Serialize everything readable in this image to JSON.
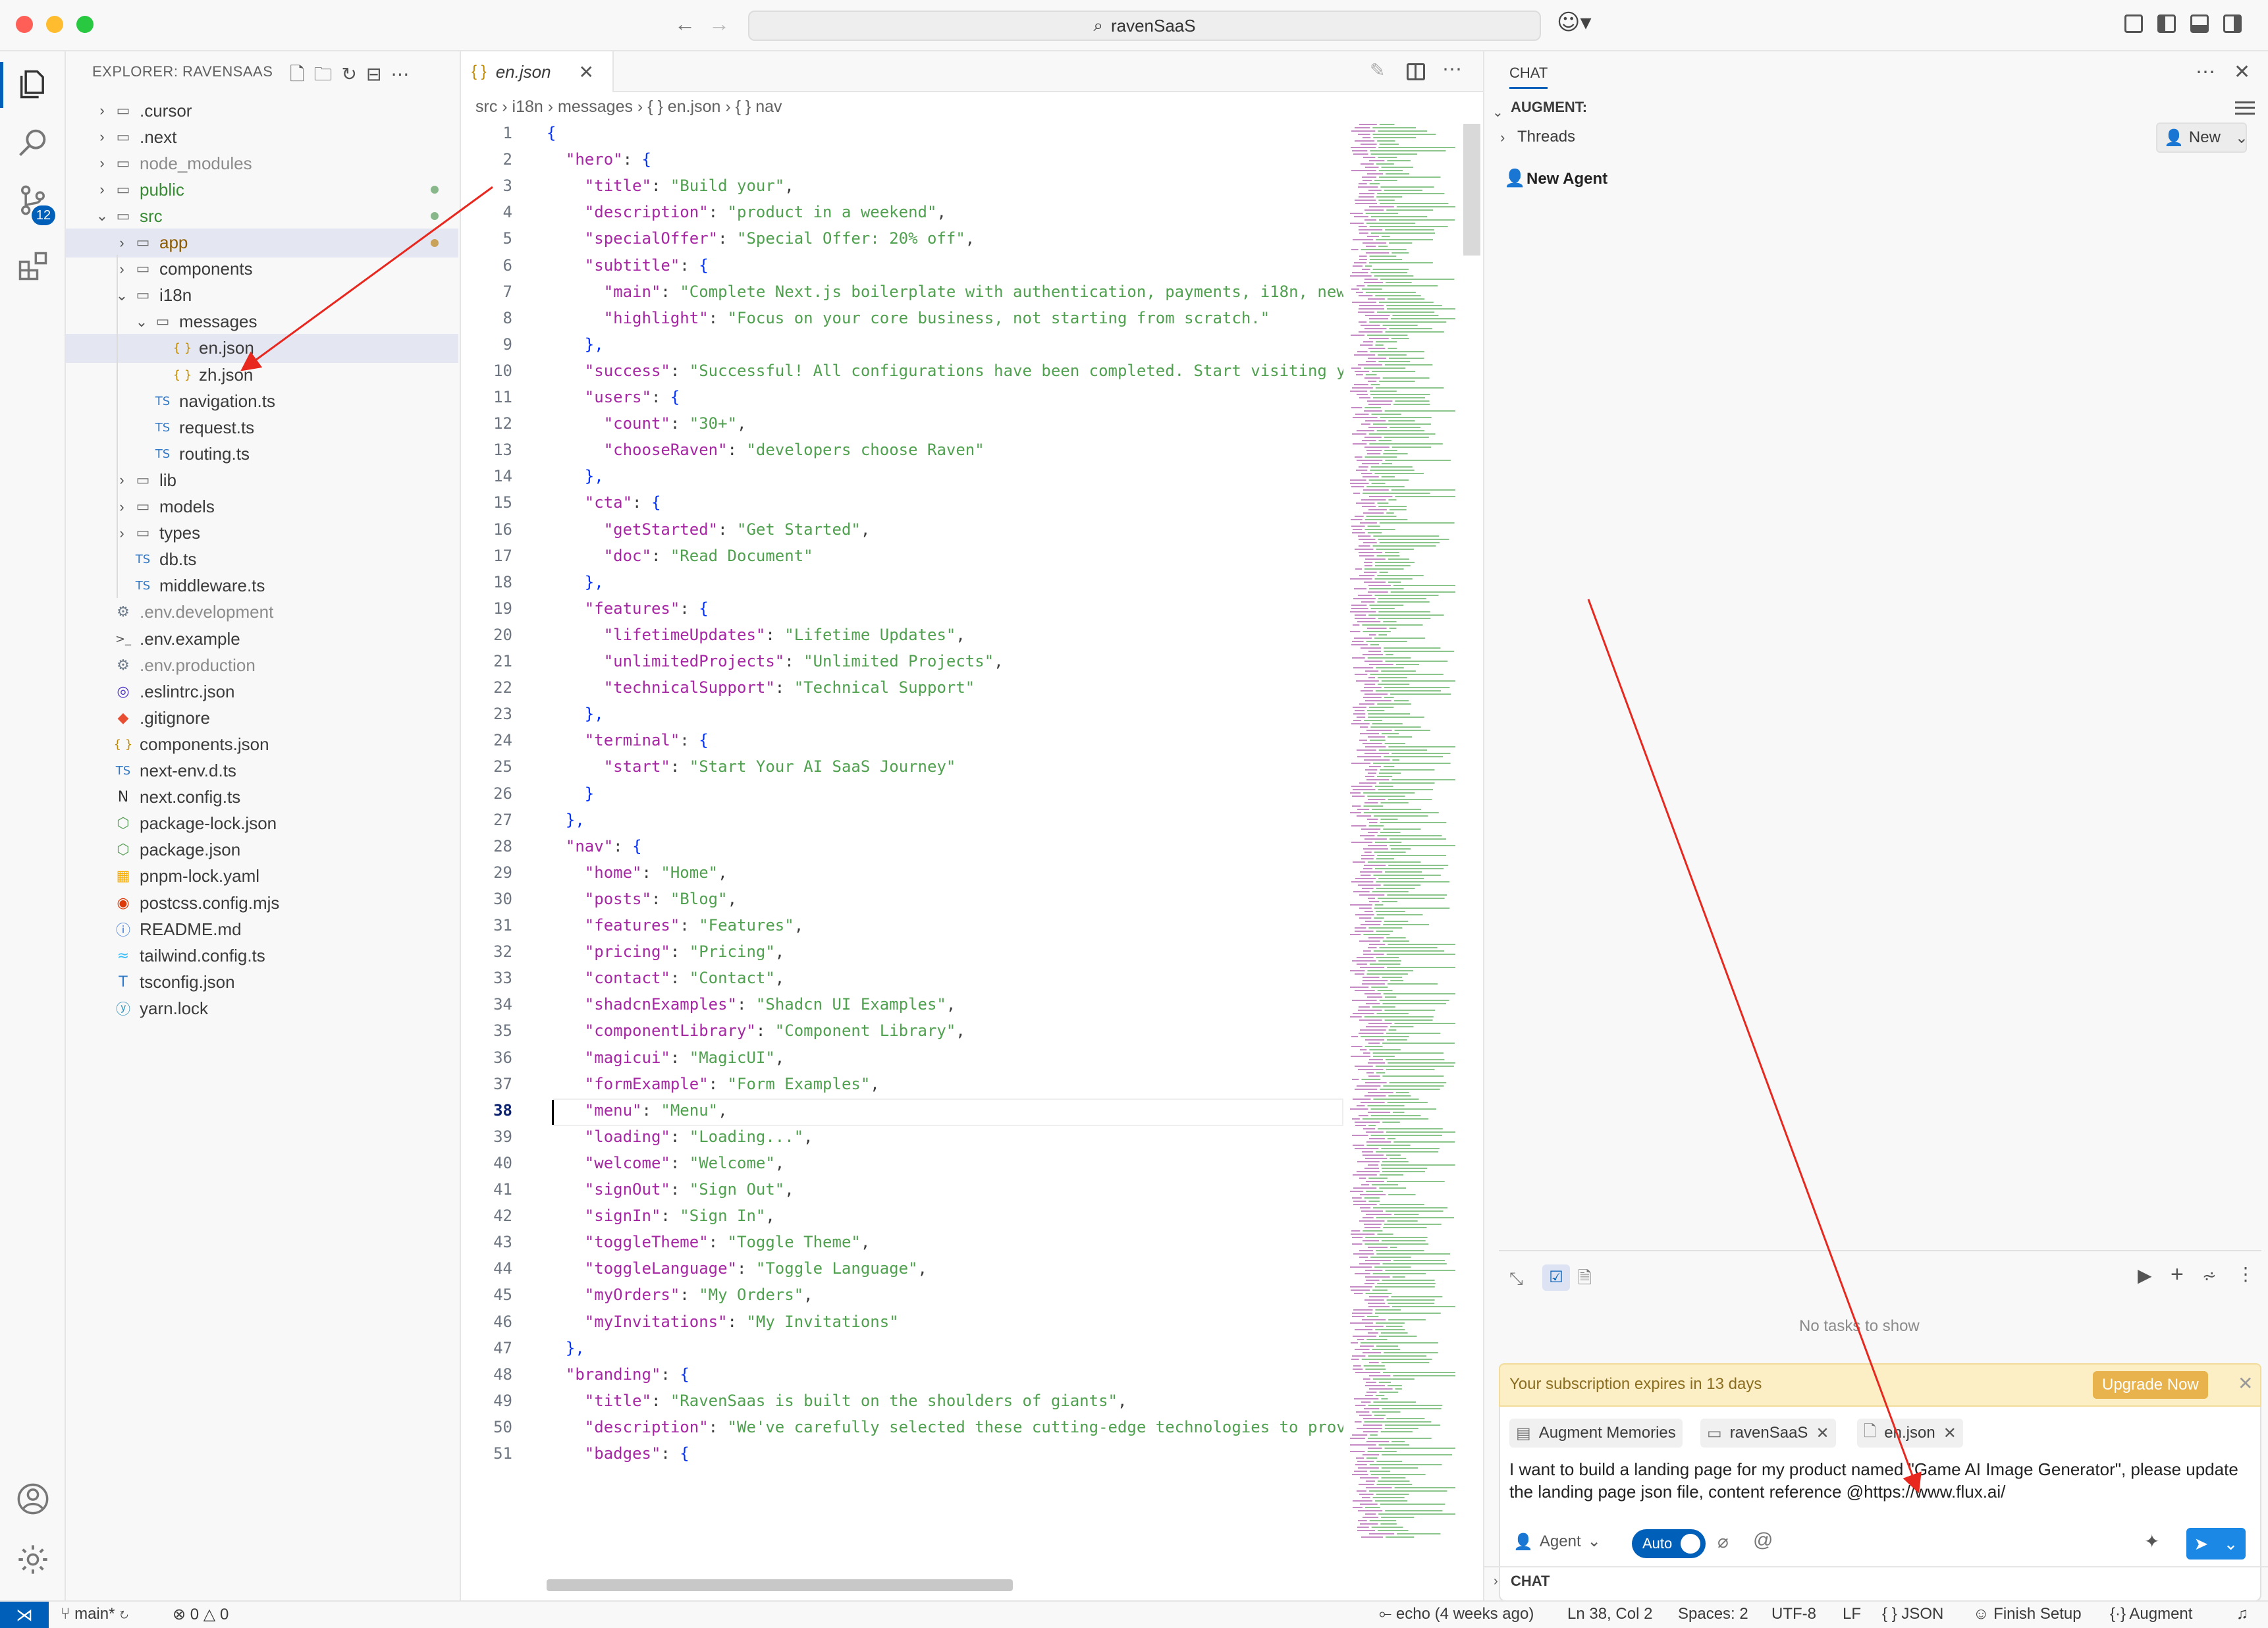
{
  "window": {
    "search_text": "ravenSaaS"
  },
  "activity": {
    "scm_badge": "12"
  },
  "explorer": {
    "header": "EXPLORER: RAVENSAAS",
    "items": [
      {
        "label": ".cursor",
        "type": "folder",
        "depth": 0,
        "open": false
      },
      {
        "label": ".next",
        "type": "folder",
        "depth": 0,
        "open": false
      },
      {
        "label": "node_modules",
        "type": "folder",
        "depth": 0,
        "open": false,
        "dim": true
      },
      {
        "label": "public",
        "type": "folder",
        "depth": 0,
        "open": false,
        "color": "#388a34"
      },
      {
        "label": "src",
        "type": "folder",
        "depth": 0,
        "open": true,
        "color": "#388a34"
      },
      {
        "label": "app",
        "type": "folder",
        "depth": 1,
        "open": false,
        "color": "#8e5c00",
        "selected": true
      },
      {
        "label": "components",
        "type": "folder",
        "depth": 1,
        "open": false
      },
      {
        "label": "i18n",
        "type": "folder",
        "depth": 1,
        "open": true
      },
      {
        "label": "messages",
        "type": "folder",
        "depth": 2,
        "open": true
      },
      {
        "label": "en.json",
        "type": "json",
        "depth": 3,
        "active": true
      },
      {
        "label": "zh.json",
        "type": "json",
        "depth": 3
      },
      {
        "label": "navigation.ts",
        "type": "ts",
        "depth": 2
      },
      {
        "label": "request.ts",
        "type": "ts",
        "depth": 2
      },
      {
        "label": "routing.ts",
        "type": "ts",
        "depth": 2
      },
      {
        "label": "lib",
        "type": "folder",
        "depth": 1,
        "open": false
      },
      {
        "label": "models",
        "type": "folder",
        "depth": 1,
        "open": false
      },
      {
        "label": "types",
        "type": "folder",
        "depth": 1,
        "open": false
      },
      {
        "label": "db.ts",
        "type": "ts",
        "depth": 1
      },
      {
        "label": "middleware.ts",
        "type": "ts",
        "depth": 1
      },
      {
        "label": ".env.development",
        "type": "gear",
        "depth": 0,
        "dim": true
      },
      {
        "label": ".env.example",
        "type": "prompt",
        "depth": 0
      },
      {
        "label": ".env.production",
        "type": "gear",
        "depth": 0,
        "dim": true
      },
      {
        "label": ".eslintrc.json",
        "type": "eslint",
        "depth": 0
      },
      {
        "label": ".gitignore",
        "type": "git",
        "depth": 0
      },
      {
        "label": "components.json",
        "type": "json",
        "depth": 0
      },
      {
        "label": "next-env.d.ts",
        "type": "ts",
        "depth": 0
      },
      {
        "label": "next.config.ts",
        "type": "next",
        "depth": 0
      },
      {
        "label": "package-lock.json",
        "type": "npm",
        "depth": 0
      },
      {
        "label": "package.json",
        "type": "npm",
        "depth": 0
      },
      {
        "label": "pnpm-lock.yaml",
        "type": "pnpm",
        "depth": 0
      },
      {
        "label": "postcss.config.mjs",
        "type": "postcss",
        "depth": 0
      },
      {
        "label": "README.md",
        "type": "info",
        "depth": 0
      },
      {
        "label": "tailwind.config.ts",
        "type": "tailwind",
        "depth": 0
      },
      {
        "label": "tsconfig.json",
        "type": "tsconfig",
        "depth": 0
      },
      {
        "label": "yarn.lock",
        "type": "yarn",
        "depth": 0
      }
    ]
  },
  "editor": {
    "tab_label": "en.json",
    "breadcrumb": [
      "src",
      "i18n",
      "messages",
      "en.json",
      "nav"
    ],
    "current_line": 38,
    "lines": [
      {
        "i": 0,
        "t": "{"
      },
      {
        "i": 1,
        "k": "hero",
        "v": "{"
      },
      {
        "i": 2,
        "k": "title",
        "s": "Build your",
        "e": ","
      },
      {
        "i": 2,
        "k": "description",
        "s": "product in a weekend",
        "e": ","
      },
      {
        "i": 2,
        "k": "specialOffer",
        "s": "Special Offer: 20% off",
        "e": ","
      },
      {
        "i": 2,
        "k": "subtitle",
        "v": "{"
      },
      {
        "i": 3,
        "k": "main",
        "s": "Complete Next.js boilerplate with authentication, payments, i18n, new"
      },
      {
        "i": 3,
        "k": "highlight",
        "s": "Focus on your core business, not starting from scratch."
      },
      {
        "i": 2,
        "t": "},"
      },
      {
        "i": 2,
        "k": "success",
        "s": "Successful! All configurations have been completed. Start visiting y"
      },
      {
        "i": 2,
        "k": "users",
        "v": "{"
      },
      {
        "i": 3,
        "k": "count",
        "s": "30+",
        "e": ","
      },
      {
        "i": 3,
        "k": "chooseRaven",
        "s": "developers choose Raven"
      },
      {
        "i": 2,
        "t": "},"
      },
      {
        "i": 2,
        "k": "cta",
        "v": "{"
      },
      {
        "i": 3,
        "k": "getStarted",
        "s": "Get Started",
        "e": ","
      },
      {
        "i": 3,
        "k": "doc",
        "s": "Read Document"
      },
      {
        "i": 2,
        "t": "},"
      },
      {
        "i": 2,
        "k": "features",
        "v": "{"
      },
      {
        "i": 3,
        "k": "lifetimeUpdates",
        "s": "Lifetime Updates",
        "e": ","
      },
      {
        "i": 3,
        "k": "unlimitedProjects",
        "s": "Unlimited Projects",
        "e": ","
      },
      {
        "i": 3,
        "k": "technicalSupport",
        "s": "Technical Support"
      },
      {
        "i": 2,
        "t": "},"
      },
      {
        "i": 2,
        "k": "terminal",
        "v": "{"
      },
      {
        "i": 3,
        "k": "start",
        "s": "Start Your AI SaaS Journey"
      },
      {
        "i": 2,
        "t": "}"
      },
      {
        "i": 1,
        "t": "},"
      },
      {
        "i": 1,
        "k": "nav",
        "v": "{"
      },
      {
        "i": 2,
        "k": "home",
        "s": "Home",
        "e": ","
      },
      {
        "i": 2,
        "k": "posts",
        "s": "Blog",
        "e": ","
      },
      {
        "i": 2,
        "k": "features",
        "s": "Features",
        "e": ","
      },
      {
        "i": 2,
        "k": "pricing",
        "s": "Pricing",
        "e": ","
      },
      {
        "i": 2,
        "k": "contact",
        "s": "Contact",
        "e": ","
      },
      {
        "i": 2,
        "k": "shadcnExamples",
        "s": "Shadcn UI Examples",
        "e": ","
      },
      {
        "i": 2,
        "k": "componentLibrary",
        "s": "Component Library",
        "e": ","
      },
      {
        "i": 2,
        "k": "magicui",
        "s": "MagicUI",
        "e": ","
      },
      {
        "i": 2,
        "k": "formExample",
        "s": "Form Examples",
        "e": ","
      },
      {
        "i": 2,
        "k": "menu",
        "s": "Menu",
        "e": ","
      },
      {
        "i": 2,
        "k": "loading",
        "s": "Loading...",
        "e": ","
      },
      {
        "i": 2,
        "k": "welcome",
        "s": "Welcome",
        "e": ","
      },
      {
        "i": 2,
        "k": "signOut",
        "s": "Sign Out",
        "e": ","
      },
      {
        "i": 2,
        "k": "signIn",
        "s": "Sign In",
        "e": ","
      },
      {
        "i": 2,
        "k": "toggleTheme",
        "s": "Toggle Theme",
        "e": ","
      },
      {
        "i": 2,
        "k": "toggleLanguage",
        "s": "Toggle Language",
        "e": ","
      },
      {
        "i": 2,
        "k": "myOrders",
        "s": "My Orders",
        "e": ","
      },
      {
        "i": 2,
        "k": "myInvitations",
        "s": "My Invitations"
      },
      {
        "i": 1,
        "t": "},"
      },
      {
        "i": 1,
        "k": "branding",
        "v": "{"
      },
      {
        "i": 2,
        "k": "title",
        "s": "RavenSaas is built on the shoulders of giants",
        "e": ","
      },
      {
        "i": 2,
        "k": "description",
        "s": "We've carefully selected these cutting-edge technologies to prov"
      },
      {
        "i": 2,
        "k": "badges",
        "v": "{"
      }
    ]
  },
  "chat": {
    "tab_label": "CHAT",
    "section_title": "AUGMENT:",
    "threads_label": "Threads",
    "new_button": "New",
    "new_agent_label": "New Agent",
    "no_tasks": "No tasks to show",
    "subscription_text": "Your subscription expires in 13 days",
    "upgrade_label": "Upgrade Now",
    "context_chips": [
      "Augment Memories",
      "ravenSaaS",
      "en.json"
    ],
    "prompt_text": "I want to build a landing page for my product named \"Game AI Image Generator\", please update the landing page json file, content reference @https://www.flux.ai/",
    "agent_mode": "Agent",
    "auto_label": "Auto",
    "bottom_section": "CHAT"
  },
  "status": {
    "branch": "main*",
    "errors": "0",
    "warnings": "0",
    "echo": "echo (4 weeks ago)",
    "position": "Ln 38, Col 2",
    "spaces": "Spaces: 2",
    "encoding": "UTF-8",
    "eol": "LF",
    "language": "JSON",
    "finish_setup": "Finish Setup",
    "augment": "Augment"
  },
  "colors": {
    "accent": "#005fb8",
    "annotation_arrow": "#e8271f",
    "banner": "#fcefc6"
  }
}
